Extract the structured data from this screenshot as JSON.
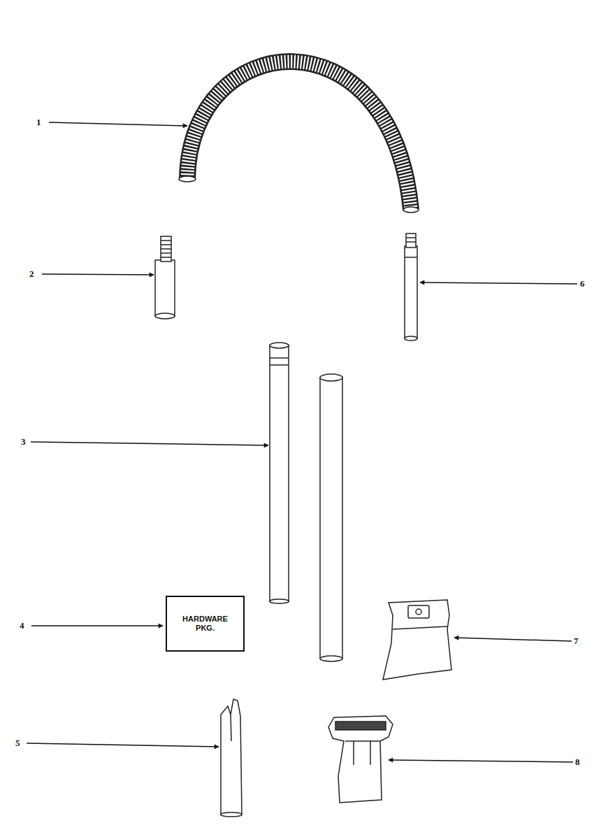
{
  "diagram": {
    "nodes": [
      {
        "text": [
          "HARDWARE PKG."
        ]
      }
    ],
    "labels": [
      "1",
      "2",
      "3",
      "4",
      "5",
      "6",
      "7",
      "8"
    ]
  }
}
